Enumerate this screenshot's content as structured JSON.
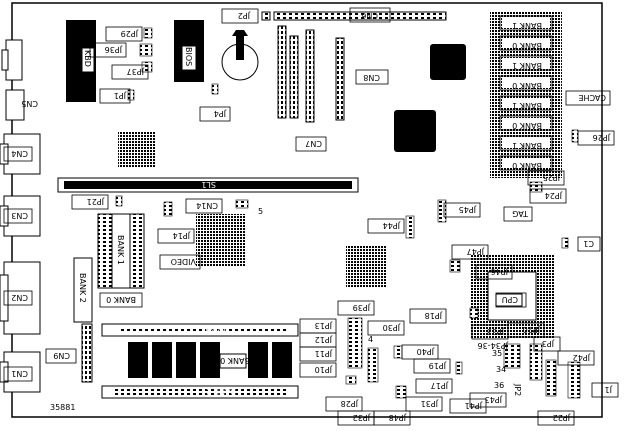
{
  "diagram": {
    "labels": {
      "cn6": "CN6",
      "jp2": "JP2",
      "jp29": "JP29",
      "jp36": "JP36",
      "jp37": "JP37",
      "kbd": "KBD",
      "bios": "BIOS",
      "cn5": "CN5",
      "jp1": "JP1",
      "jp4": "JP4",
      "cn8": "CN8",
      "cn7": "CN7",
      "cn4": "CN4",
      "cn3": "CN3",
      "cn2": "CN2",
      "cn1": "CN1",
      "cn9": "CN9",
      "sl1": "SL1",
      "jp21": "JP21",
      "cn14": "CN14",
      "jp14": "JP14",
      "video": "VIDEO",
      "bank0_left": "BANK 0",
      "bank2_left": "BANK 2",
      "bank1_left": "BANK 1",
      "bank1_simm": "BANK 1",
      "bank0_simm": "BANK 0",
      "bank2_simm": "BANK 2",
      "jp13": "JP13",
      "jp12": "JP12",
      "jp11": "JP11",
      "jp10": "JP10",
      "jp28": "JP28",
      "jp39": "JP39",
      "jp30": "JP30",
      "jp32": "JP32",
      "jp48": "JP48",
      "jp31": "JP31",
      "jp40": "JP40",
      "jp19": "JP19",
      "jp17": "JP17",
      "jp41": "JP41",
      "jp33": "JP33",
      "jp34_36": "JP34-36",
      "jp20": "JP20",
      "jp3": "JP3",
      "jp42": "JP42",
      "jp2b": "JP2",
      "jp43": "JP43",
      "jp22": "JP22",
      "j1": "J1",
      "jp18": "JP18",
      "cpu": "CPU",
      "jp47": "JP47",
      "jp46": "JP46",
      "jp44": "JP44",
      "jp45": "JP45",
      "tag": "TAG",
      "jp24": "JP24",
      "jp25": "JP25",
      "jp26": "JP26",
      "c1": "C1",
      "cache": "CACHE",
      "cache_banks": [
        "BANK 1",
        "BANK 0",
        "BANK 1",
        "BANK 0",
        "BANK 1",
        "BANK 0",
        "BANK 1",
        "BANK 0"
      ],
      "pin_5": "5",
      "pin_4": "4",
      "pin_35": "35",
      "pin_36": "36",
      "pin_34": "34",
      "footer_code": "35881"
    }
  }
}
